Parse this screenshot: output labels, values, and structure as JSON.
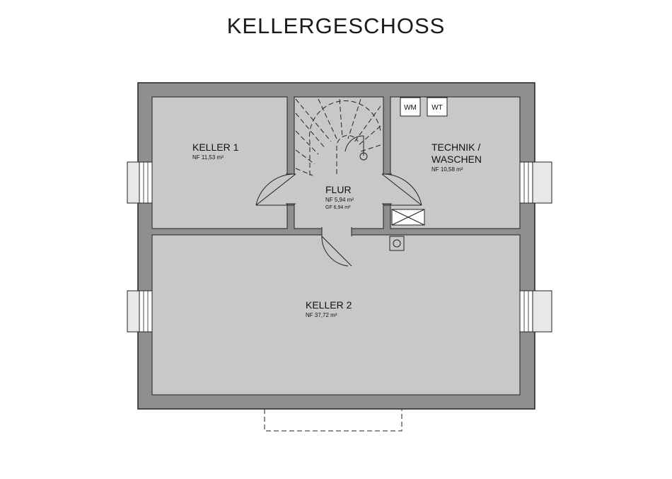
{
  "title": "KELLERGESCHOSS",
  "rooms": {
    "keller1": {
      "name": "KELLER 1",
      "area": "NF 11,53 m²"
    },
    "technik": {
      "name_line1": "TECHNIK /",
      "name_line2": "WASCHEN",
      "area": "NF 10,58 m²"
    },
    "flur": {
      "name": "FLUR",
      "area_nf": "NF 5,94 m²",
      "area_gf": "GF 6,94 m²"
    },
    "keller2": {
      "name": "KELLER 2",
      "area": "NF 37,72 m²"
    }
  },
  "appliances": {
    "washer": "WM",
    "dryer": "WT"
  },
  "colors": {
    "wall": "#8f8f8f",
    "floor": "#c8c8c8",
    "window": "#e8e8e8",
    "line": "#222222",
    "background": "#ffffff"
  }
}
